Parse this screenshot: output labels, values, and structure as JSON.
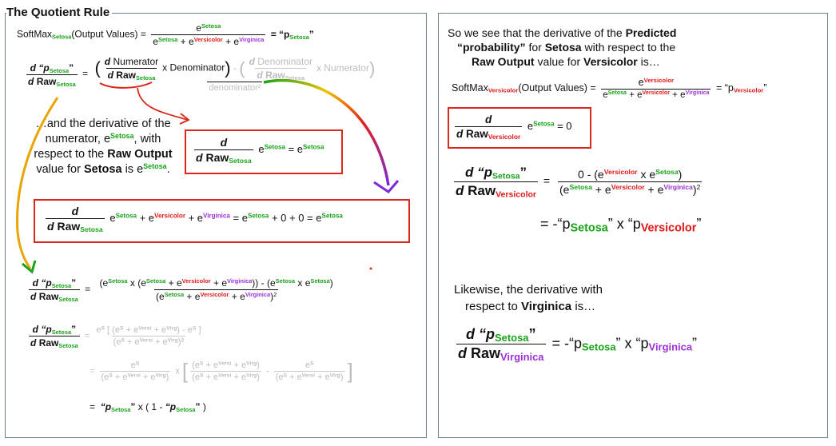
{
  "title": "The Quotient Rule",
  "left": {
    "softmax_prefix": "SoftMax",
    "softmax_args": "(Output Values) =",
    "equals_p": "= “p",
    "close_quote": "”",
    "d": "d",
    "p_open": "“p",
    "raw": "Raw",
    "setosa": "Setosa",
    "versicolor": "Versicolor",
    "virginica": "Virginica",
    "e": "e",
    "plus": "+",
    "equals": "=",
    "numerator_word": "Numerator",
    "denominator_word": "Denominator",
    "times_denominator": "x Denominator",
    "times_numerator": "x Numerator",
    "minus": "-",
    "denominator_sq": "denominator²",
    "and_text_1": "…and the derivative of the",
    "and_text_2": "numerator, e",
    "and_text_2b": ", with",
    "and_text_3": "respect to the",
    "and_text_3b": "Raw Output",
    "and_text_4": "value for",
    "and_text_4b": "Setosa",
    "and_text_4c": "is e",
    "zero_sum": "+ 0 + 0 =",
    "S": "S",
    "Versi": "Versi",
    "Virg": "Virg",
    "final_times": "x ( 1 -",
    "final_close": ")"
  },
  "right": {
    "intro_1a": "So we see that the derivative of the",
    "intro_1b": "Predicted",
    "intro_2a": "“probability”",
    "intro_2b": "for",
    "intro_2c": "Setosa",
    "intro_2d": "with respect to the",
    "intro_3a": "Raw Output",
    "intro_3b": "value for",
    "intro_3c": "Versicolor",
    "intro_3d": "is…",
    "softmax_prefix": "SoftMax",
    "softmax_args": "(Output Values) =",
    "equals_p": "= “p",
    "close_quote": "”",
    "e_eq_zero": "= 0",
    "numerator_zero": "0 - (e",
    "x": "x e",
    "close_paren": ")",
    "result_prefix": "= -“p",
    "result_mid": "” x “p",
    "likewise_1": "Likewise, the derivative with",
    "likewise_2a": "respect to",
    "likewise_2b": "Virginica",
    "likewise_2c": "is…",
    "virg_result_prefix": "= -“p"
  },
  "colors": {
    "setosa": "#1aa31a",
    "versicolor": "#e01818",
    "virginica": "#9b30d9",
    "box": "#d9291c",
    "panel_border": "#6f7f93"
  }
}
